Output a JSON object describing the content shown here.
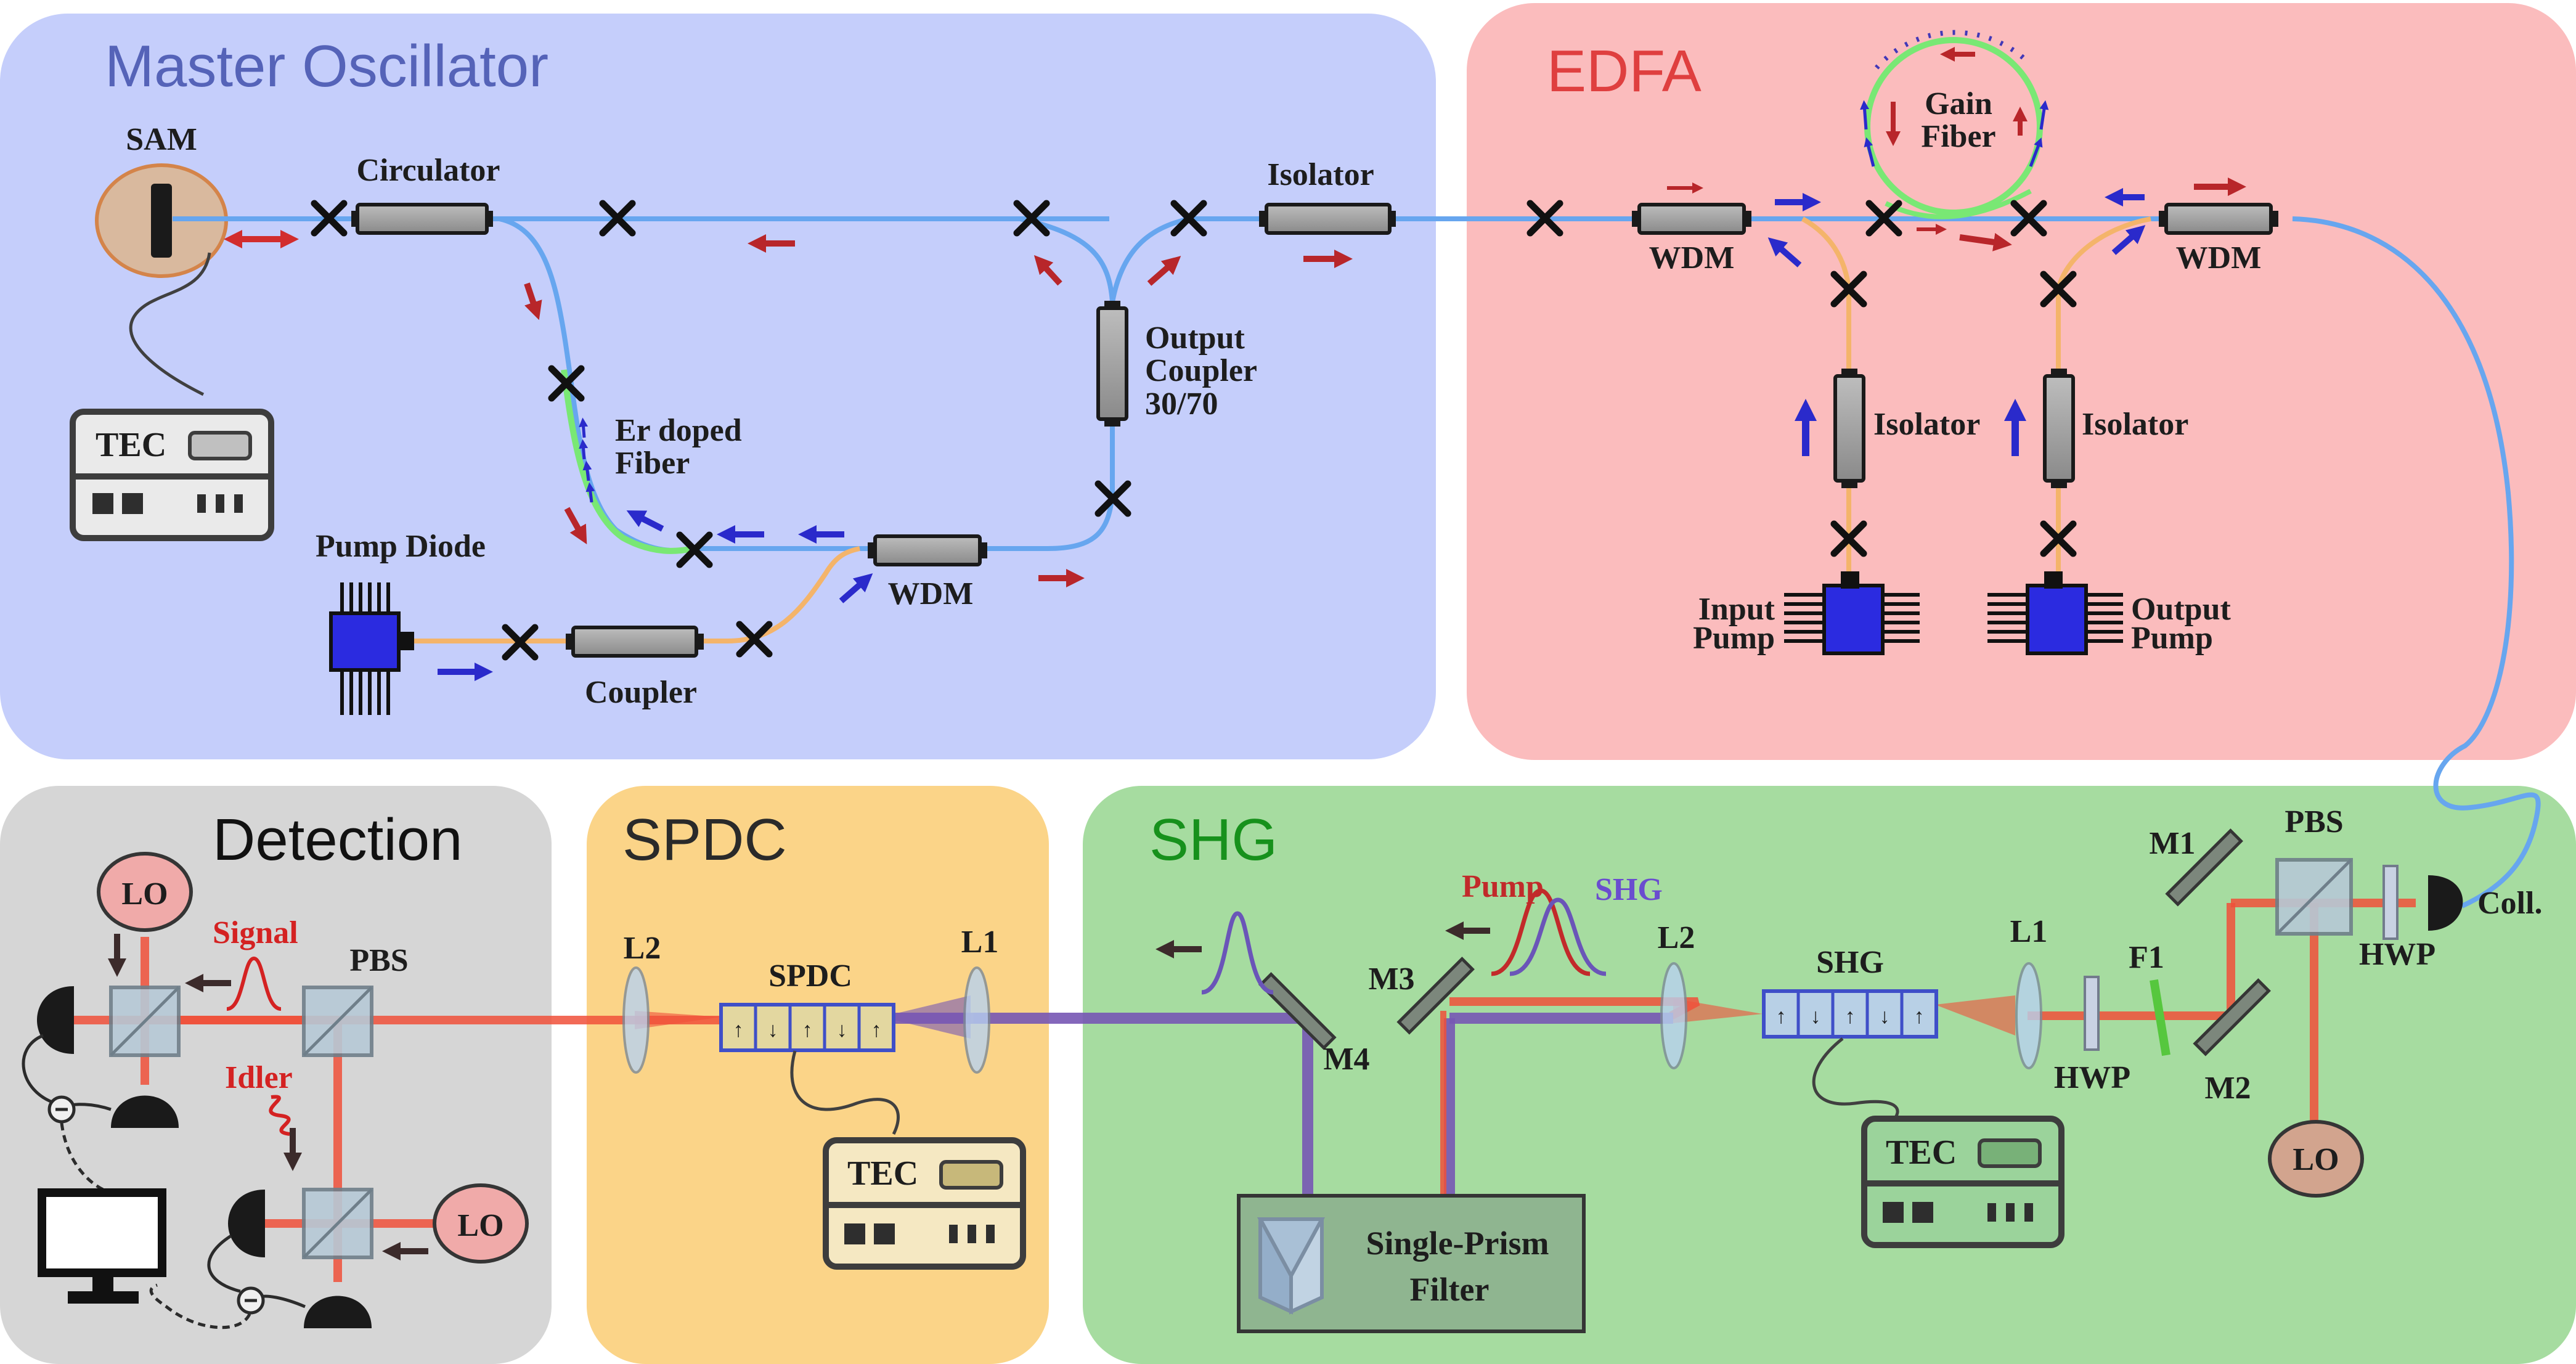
{
  "panels": {
    "master_oscillator": "Master Oscillator",
    "edfa": "EDFA",
    "detection": "Detection",
    "spdc": "SPDC",
    "shg": "SHG"
  },
  "master_oscillator": {
    "sam": "SAM",
    "circulator": "Circulator",
    "isolator": "Isolator",
    "output_coupler": [
      "Output",
      "Coupler",
      "30/70"
    ],
    "er_fiber": [
      "Er doped",
      "Fiber"
    ],
    "pump_diode": "Pump Diode",
    "wdm": "WDM",
    "coupler": "Coupler",
    "tec": "TEC"
  },
  "edfa": {
    "gain_fiber": [
      "Gain",
      "Fiber"
    ],
    "wdm_left": "WDM",
    "wdm_right": "WDM",
    "isolator_left": "Isolator",
    "isolator_right": "Isolator",
    "input_pump": [
      "Input",
      "Pump"
    ],
    "output_pump": [
      "Output",
      "Pump"
    ]
  },
  "detection": {
    "lo_top": "LO",
    "signal": "Signal",
    "pbs": "PBS",
    "idler": "Idler",
    "lo_bottom": "LO"
  },
  "spdc": {
    "l2": "L2",
    "crystal": "SPDC",
    "l1": "L1",
    "tec": "TEC"
  },
  "shg": {
    "pump": "Pump",
    "shg_pulse": "SHG",
    "m3": "M3",
    "m4": "M4",
    "l2": "L2",
    "crystal": "SHG",
    "l1": "L1",
    "f1": "F1",
    "hwp_bottom": "HWP",
    "m1": "M1",
    "m2": "M2",
    "pbs": "PBS",
    "hwp_right": "HWP",
    "coll": "Coll.",
    "lo": "LO",
    "tec": "TEC",
    "prism_filter": [
      "Single-Prism",
      "Filter"
    ]
  },
  "colors": {
    "master_oscillator_bg": "#c5cefb",
    "edfa_bg": "#fbbcbd",
    "detection_bg": "#d6d6d6",
    "spdc_bg": "#fbd488",
    "shg_bg": "#a6dca0",
    "fiber": "#67a6ef",
    "pump_fiber": "#f4b46a",
    "gain_fiber": "#79e874",
    "laser_red": "#f0503a",
    "shg_purple": "#7757b4",
    "pump_blue": "#2323ce",
    "arrow_red": "#b8262a",
    "lo_pink": "#f0aaa9",
    "lo_tan": "#d2a48e",
    "master_title": "#5563b8",
    "edfa_title": "#df3f3f",
    "shg_title": "#17911c",
    "signal_label": "#d42222",
    "shg_label": "#6a4dcf"
  }
}
